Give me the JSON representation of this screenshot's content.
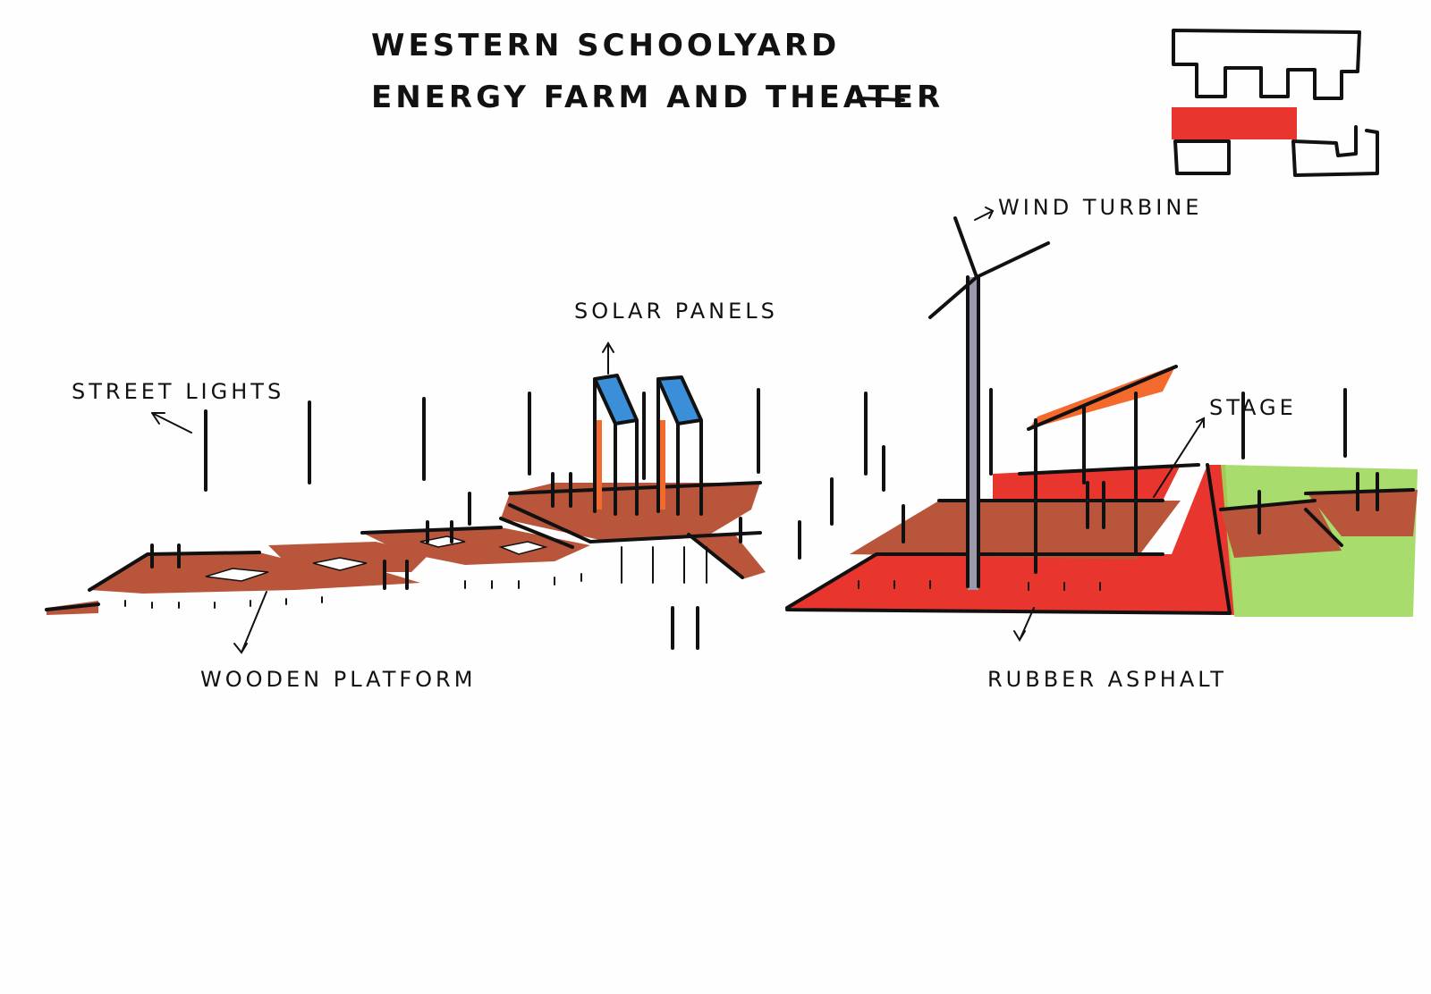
{
  "title": {
    "line1": "WESTERN SCHOOLYARD",
    "line2": "ENERGY FARM AND THEATER"
  },
  "labels": {
    "wind_turbine": "WIND TURBINE",
    "solar_panels": "SOLAR PANELS",
    "street_lights": "STREET LIGHTS",
    "stage": "STAGE",
    "wooden_platform": "WOODEN PLATFORM",
    "rubber_asphalt": "RUBBER ASPHALT"
  },
  "colors": {
    "wood": "#b9553a",
    "rubber": "#e8352d",
    "grass": "#9fd85c",
    "solar": "#3b8fd9",
    "roof": "#f46a2c",
    "turbine": "#9a9aaa"
  }
}
